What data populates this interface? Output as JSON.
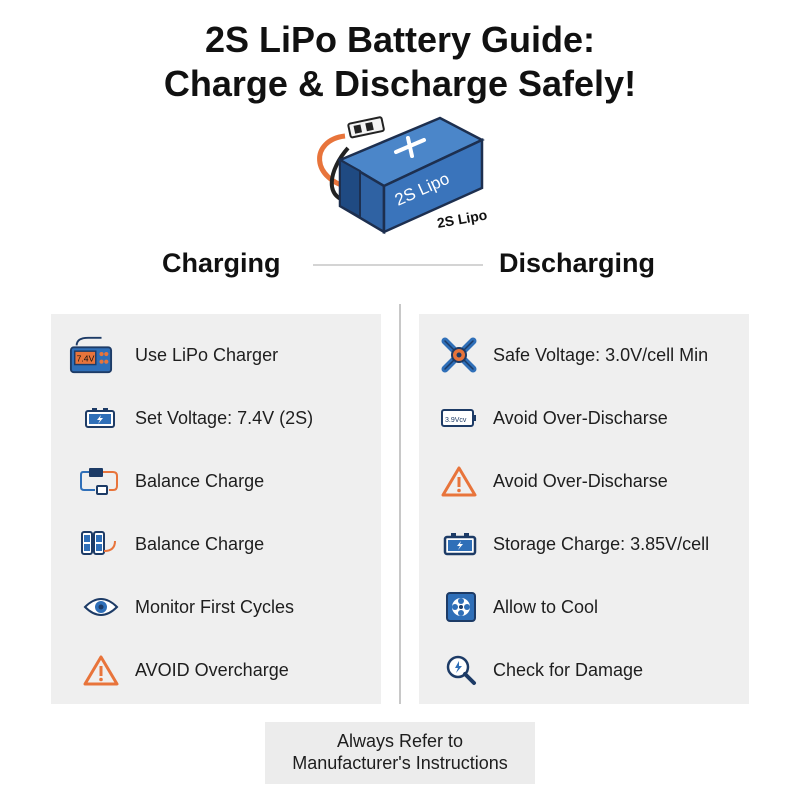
{
  "title": {
    "line1": "2S LiPo Battery Guide:",
    "line2": "Charge & Discharge Safely!"
  },
  "hero": {
    "battery_label": "2S Lipo",
    "side_label": "2S Lipo",
    "icon": "lipo-battery-illustration"
  },
  "charging": {
    "heading": "Charging",
    "items": [
      {
        "label": "Use LiPo Charger",
        "icon": "charger-icon",
        "display": "7.4V"
      },
      {
        "label": "Set Voltage: 7.4V (2S)",
        "icon": "battery-icon"
      },
      {
        "label": "Balance Charge",
        "icon": "balance-plug-icon"
      },
      {
        "label": "Balance Charge",
        "icon": "cells-icon"
      },
      {
        "label": "Monitor First Cycles",
        "icon": "eye-icon"
      },
      {
        "label": "AVOID Overcharge",
        "icon": "warning-icon"
      }
    ]
  },
  "discharging": {
    "heading": "Discharging",
    "items": [
      {
        "label": "Safe Voltage: 3.0V/cell Min",
        "icon": "fan-icon"
      },
      {
        "label": "Avoid Over-Discharse",
        "icon": "low-battery-icon",
        "display": "3.9Vcv"
      },
      {
        "label": "Avoid Over-Discharse",
        "icon": "warning-icon"
      },
      {
        "label": "Storage Charge: 3.85V/cell",
        "icon": "battery-icon"
      },
      {
        "label": "Allow to Cool",
        "icon": "cooling-fan-icon"
      },
      {
        "label": "Check for Damage",
        "icon": "magnifier-icon"
      }
    ]
  },
  "footer": {
    "line1": "Always Refer to",
    "line2": "Manufacturer's Instructions"
  },
  "colors": {
    "blue": "#2f6fb8",
    "dark_blue": "#1d3b66",
    "orange": "#e8743b",
    "panel": "#efefef"
  }
}
